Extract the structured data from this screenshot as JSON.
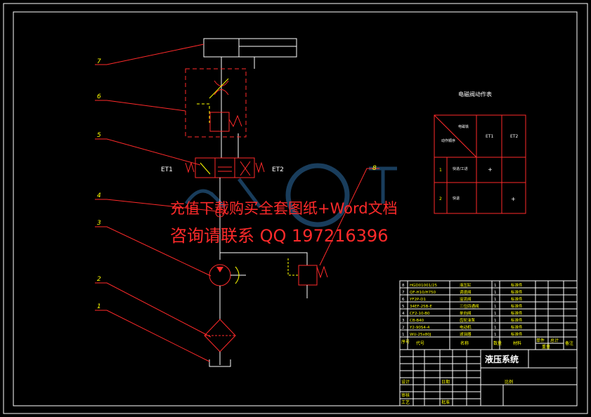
{
  "drawing": {
    "title": "液压系统",
    "table_title": "电磁阀动作表"
  },
  "callouts": [
    "7",
    "6",
    "5",
    "4",
    "3",
    "2",
    "1",
    "8"
  ],
  "solenoids": {
    "left": "ET1",
    "right": "ET2"
  },
  "action_table": {
    "header_col": "电磁铁",
    "header_row": "动作顺序",
    "col1": "ET1",
    "col2": "ET2",
    "rows": [
      {
        "no": "1",
        "action": "快进/工进",
        "et1": "+",
        "et2": ""
      },
      {
        "no": "2",
        "action": "快退",
        "et1": "",
        "et2": "+"
      }
    ]
  },
  "bom": {
    "rows": [
      {
        "no": "8",
        "code": "HGD01001/25",
        "name": "液压缸",
        "qty": "1",
        "note": "标准件"
      },
      {
        "no": "7",
        "code": "QF-H10/H750",
        "name": "调速阀",
        "qty": "1",
        "note": "标准件"
      },
      {
        "no": "6",
        "code": "YF2P-D1",
        "name": "溢流阀",
        "qty": "1",
        "note": "标准件"
      },
      {
        "no": "5",
        "code": "34EF-25B-E",
        "name": "三位四通阀",
        "qty": "1",
        "note": "标准件"
      },
      {
        "no": "4",
        "code": "CF2-10-B0",
        "name": "单向阀",
        "qty": "1",
        "note": "标准件"
      },
      {
        "no": "3",
        "code": "CB-B40",
        "name": "齿轮油泵",
        "qty": "1",
        "note": "标准件"
      },
      {
        "no": "2",
        "code": "Y2-90S4-4",
        "name": "电动机",
        "qty": "1",
        "note": "标准件"
      },
      {
        "no": "1",
        "code": "WU-25x80J",
        "name": "滤油器",
        "qty": "1",
        "note": "标准件"
      }
    ],
    "header": [
      "序号",
      "代号",
      "名称",
      "数量",
      "材料",
      "单件",
      "总计",
      "备注"
    ],
    "weight_label": "重量"
  },
  "title_block": {
    "design": "设计",
    "check": "审核",
    "craft": "工艺",
    "date": "日期",
    "approve": "批准",
    "scale": "比例"
  },
  "watermark": {
    "line1": "充值下载购买全套图纸+Word文档",
    "line2": "咨询请联系 QQ 197216396"
  },
  "colors": {
    "background": "#000000",
    "line_red": "#ff2a2a",
    "line_white": "#ffffff",
    "line_yellow": "#ffff00",
    "line_cyan": "#00ffff",
    "watermark_blue": "#2e6fa8"
  }
}
